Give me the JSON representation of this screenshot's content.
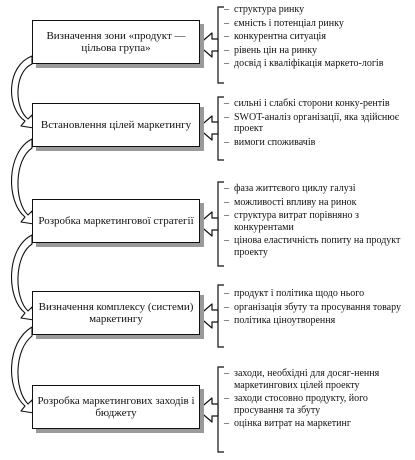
{
  "stages": [
    {
      "label": "Визначення зони «продукт — цільова група»"
    },
    {
      "label": "Встановлення цілей маркетингу"
    },
    {
      "label": "Розробка маркетингової стратегії"
    },
    {
      "label": "Визначення комплексу (системи) маркетингу"
    },
    {
      "label": "Розробка маркетингових заходів і бюджету"
    }
  ],
  "groups": [
    {
      "items": [
        "структура ринку",
        "ємність і потенціал ринку",
        "конкурентна ситуація",
        "рівень цін на ринку",
        "досвід і кваліфікація маркето-логів"
      ]
    },
    {
      "items": [
        "сильні і слабкі сторони конку-рентів",
        "SWOT-аналіз організації, яка здійснює проект",
        "вимоги споживачів"
      ]
    },
    {
      "items": [
        "фаза життєвого циклу галузі",
        "можливості впливу на ринок",
        "структура витрат порівняно з конкурентами",
        "цінова еластичність попиту на продукт проекту"
      ]
    },
    {
      "items": [
        "продукт і політика щодо нього",
        "організація збуту та просування товару",
        "політика ціноутворення"
      ]
    },
    {
      "items": [
        "заходи, необхідні для досяг-нення маркетингових цілей проекту",
        "заходи стосовно продукту, його просування та збуту",
        "оцінка витрат на маркетинг"
      ]
    }
  ]
}
